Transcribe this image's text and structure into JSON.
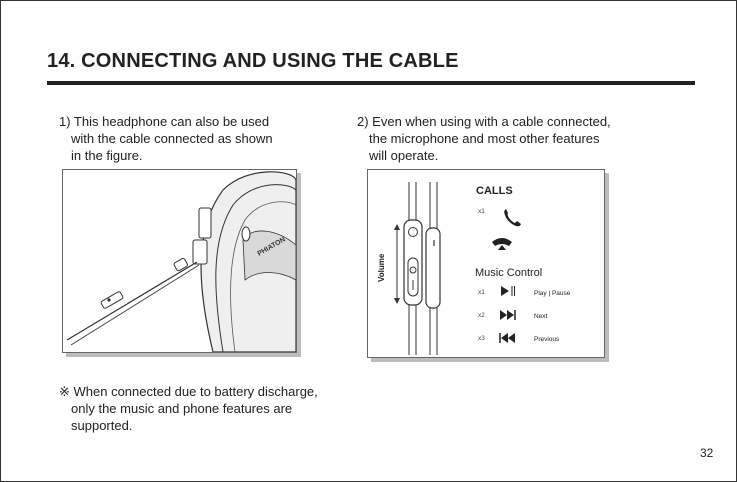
{
  "heading": {
    "title": "14. CONNECTING AND USING THE CABLE"
  },
  "section_1": {
    "lines": [
      "1) This headphone can also be used",
      "with the cable connected as shown",
      "in the figure."
    ]
  },
  "section_2": {
    "lines": [
      "2) Even when using with a cable connected,",
      "the microphone and most other features",
      "will operate."
    ]
  },
  "note": {
    "lines": [
      "※ When connected due to battery discharge,",
      "only the music and phone features are",
      "supported."
    ]
  },
  "figure_headphone": {
    "brand_text": "PHIATON"
  },
  "figure_controls": {
    "volume_label": "Volume",
    "calls_title": "CALLS",
    "calls_count": "x1",
    "music_title": "Music Control",
    "music_rows": [
      {
        "count": "x1",
        "label": "Play | Pause",
        "icon": "play-pause-icon"
      },
      {
        "count": "x2",
        "label": "Next",
        "icon": "next-track-icon"
      },
      {
        "count": "x3",
        "label": "Previous",
        "icon": "previous-track-icon"
      }
    ]
  },
  "page_number": "32"
}
